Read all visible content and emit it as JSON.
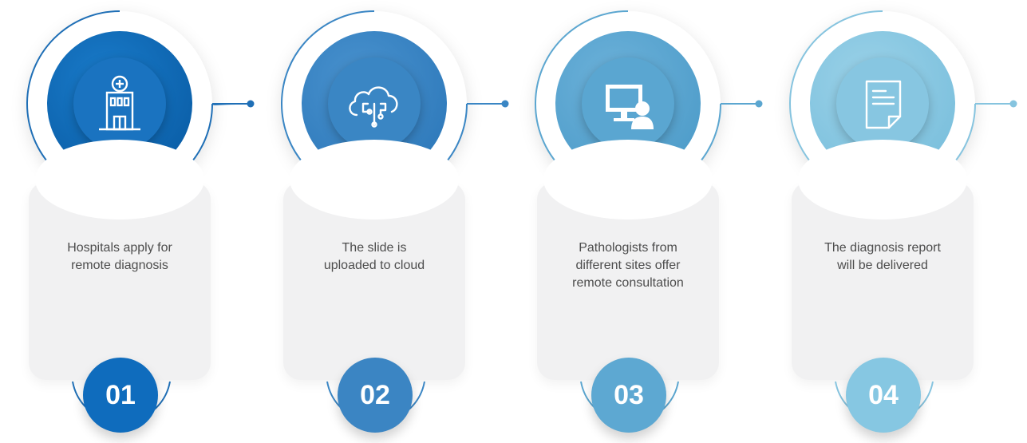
{
  "steps": [
    {
      "number": "01",
      "text_line1": "Hospitals apply for",
      "text_line2": "remote diagnosis",
      "text_line3": "",
      "icon": "hospital-icon",
      "color": "#0f6cbd",
      "ring_color": "#1f6fb6"
    },
    {
      "number": "02",
      "text_line1": "The slide is",
      "text_line2": "uploaded to cloud",
      "text_line3": "",
      "icon": "cloud-upload-icon",
      "color": "#3b85c3",
      "ring_color": "#3a86c4"
    },
    {
      "number": "03",
      "text_line1": "Pathologists from",
      "text_line2": "different sites offer",
      "text_line3": "remote consultation",
      "icon": "computer-user-icon",
      "color": "#5da8d2",
      "ring_color": "#5ba6d0"
    },
    {
      "number": "04",
      "text_line1": "The diagnosis report",
      "text_line2": "will be delivered",
      "text_line3": "",
      "icon": "document-icon",
      "color": "#86c7e2",
      "ring_color": "#86c4df"
    }
  ]
}
